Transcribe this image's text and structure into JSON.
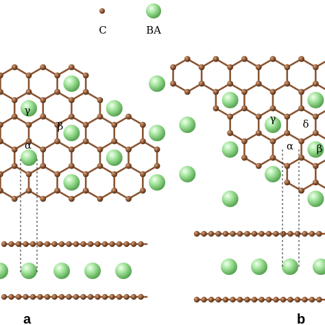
{
  "legend": {
    "carbon_label": "C",
    "ba_label": "BA"
  },
  "panel_a": {
    "letter": "a",
    "sites": {
      "alpha": "α",
      "beta": "β",
      "gamma": "γ"
    }
  },
  "panel_b": {
    "letter": "b",
    "sites": {
      "alpha": "α",
      "beta": "β",
      "gamma": "γ",
      "delta": "δ"
    }
  },
  "colors": {
    "carbon": "#8a5432",
    "ba": "#8fd98a",
    "dashed_line": "#222222",
    "background": "#ffffff"
  }
}
